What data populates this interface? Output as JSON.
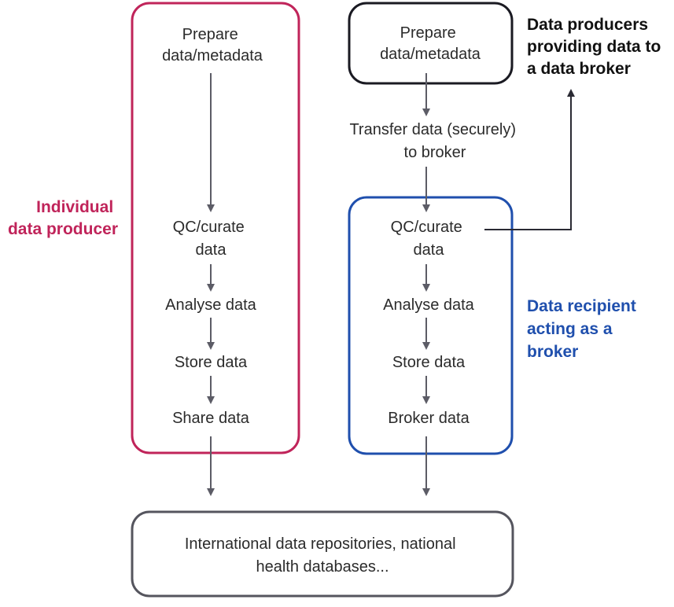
{
  "left_column": {
    "side_label": [
      "Individual",
      "data producer"
    ],
    "prepare": [
      "Prepare",
      "data/metadata"
    ],
    "qc": [
      "QC/curate",
      "data"
    ],
    "analyse": "Analyse data",
    "store": "Store data",
    "share": "Share data"
  },
  "right_column": {
    "prepare": [
      "Prepare",
      "data/metadata"
    ],
    "transfer": [
      "Transfer data (securely)",
      "to broker"
    ],
    "qc": [
      "QC/curate",
      "data"
    ],
    "analyse": "Analyse data",
    "store": "Store data",
    "broker": "Broker data",
    "broker_label": [
      "Data recipient",
      "acting as a",
      "broker"
    ],
    "producers_label": [
      "Data producers",
      "providing data to",
      "a data broker"
    ]
  },
  "bottom": {
    "repositories": [
      "International data repositories, national",
      "health databases..."
    ]
  },
  "colors": {
    "individual": "#c0245a",
    "broker": "#1f4fad",
    "producers": "#111111",
    "repositories": "#55555e",
    "arrow": "#5c5c66"
  }
}
